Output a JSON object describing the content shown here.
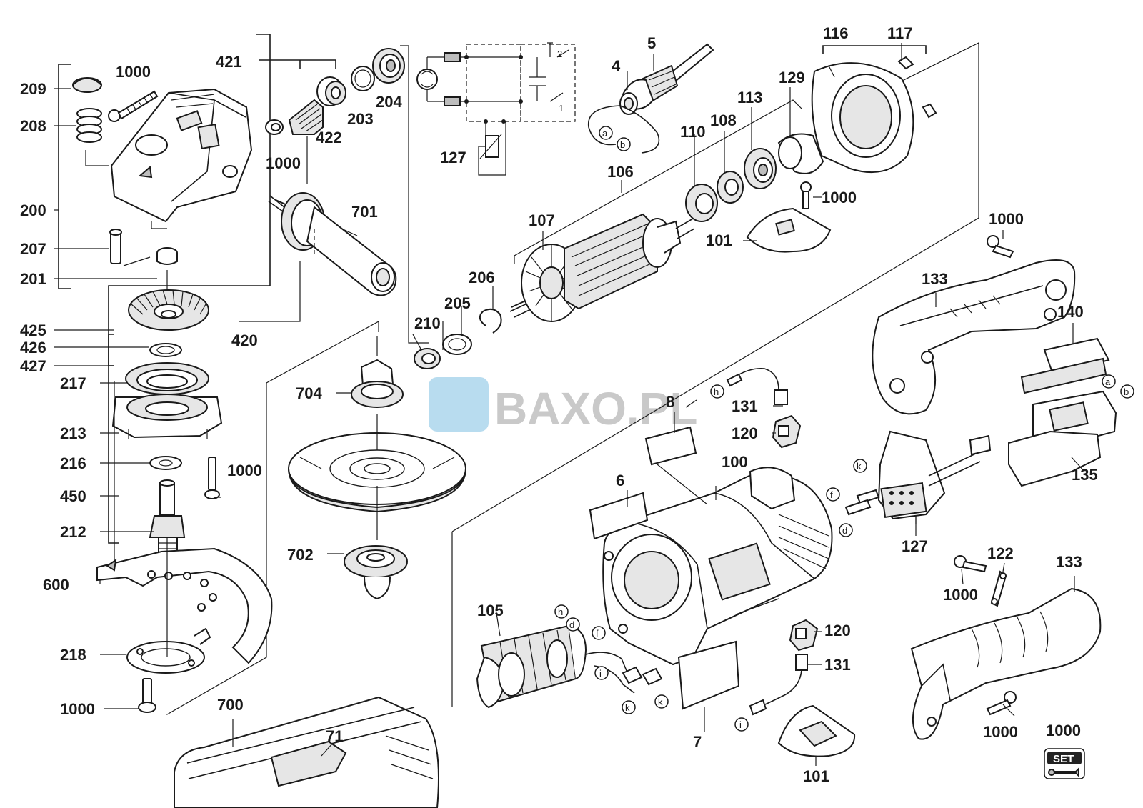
{
  "watermark": {
    "brand_initial": "B",
    "brand_text": "BAXO.PL"
  },
  "part_numbers": {
    "p209": "209",
    "p208": "208",
    "p1000_top": "1000",
    "p200": "200",
    "p207": "207",
    "p201": "201",
    "p421": "421",
    "p422": "422",
    "p1000_pinion": "1000",
    "p203": "203",
    "p204": "204",
    "p127_circuit": "127",
    "p4": "4",
    "p5": "5",
    "p116": "116",
    "p117": "117",
    "p129": "129",
    "p113": "113",
    "p108": "108",
    "p110": "110",
    "p106": "106",
    "p1000_cover": "1000",
    "p101_top": "101",
    "p107": "107",
    "p701": "701",
    "p420": "420",
    "p206": "206",
    "p205": "205",
    "p210": "210",
    "p425": "425",
    "p426": "426",
    "p427": "427",
    "p217": "217",
    "p213": "213",
    "p216": "216",
    "p1000_flange": "1000",
    "p450": "450",
    "p212": "212",
    "p600": "600",
    "p218": "218",
    "p1000_bottom": "1000",
    "p704": "704",
    "p702": "702",
    "p8": "8",
    "p131_top": "131",
    "p120_top": "120",
    "p6": "6",
    "p100": "100",
    "p1000_handle": "1000",
    "p133_top": "133",
    "p140": "140",
    "p135": "135",
    "p127_switch": "127",
    "p122": "122",
    "p1000_122": "1000",
    "p133_bottom": "133",
    "p1000_grip": "1000",
    "p105": "105",
    "p120_bottom": "120",
    "p131_bottom": "131",
    "p7": "7",
    "p101_bottom": "101",
    "p700": "700",
    "p71": "71",
    "p1000_set": "1000"
  },
  "connector_letters": {
    "a": "a",
    "b": "b",
    "h": "h",
    "d": "d",
    "f": "f",
    "k": "k",
    "i": "i"
  },
  "circuit_labels": {
    "pos1": "1",
    "pos2": "2"
  },
  "set_badge": "SET"
}
